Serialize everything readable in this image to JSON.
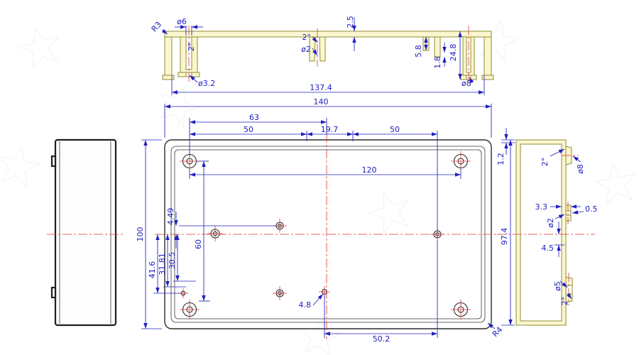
{
  "title": "enclosure-technical-drawing",
  "colors": {
    "dimension_blue": "#2020c0",
    "outline_black": "#2b2b2b",
    "centerline_red": "#e03434",
    "section_yellow": "#faf6cf"
  },
  "top_view": {
    "r3": "R3",
    "dia6": "ø6",
    "angle_left": "2°",
    "angle_mid": "2°",
    "dia2": "ø2",
    "thickness": "2.5",
    "d5_8": "5.8",
    "d1_8": "1.8",
    "d24_8": "24.8",
    "dia3_2": "ø3.2",
    "dia8": "ø8",
    "inner_width": "137.4"
  },
  "plan_view": {
    "overall_width": "140",
    "d63": "63",
    "d50_left": "50",
    "d19_7": "19.7",
    "d50_right": "50",
    "d120": "120",
    "overall_height": "100",
    "d4_49": "4.49",
    "d41_6": "41.6",
    "d31_81": "31.81",
    "d30_5": "30.5",
    "d60": "60",
    "d4_8": "4.8",
    "d50_2": "50.2",
    "r4": "R4"
  },
  "right_view": {
    "d1_2": "1.2",
    "angle_top": "2°",
    "dia8": "ø8",
    "d3_3": "3.3",
    "d0_5": "0.5",
    "dia2": "ø2",
    "overall_height": "97.4",
    "d4_5": "4.5",
    "dia5": "ø5",
    "angle_bottom": "2°"
  }
}
